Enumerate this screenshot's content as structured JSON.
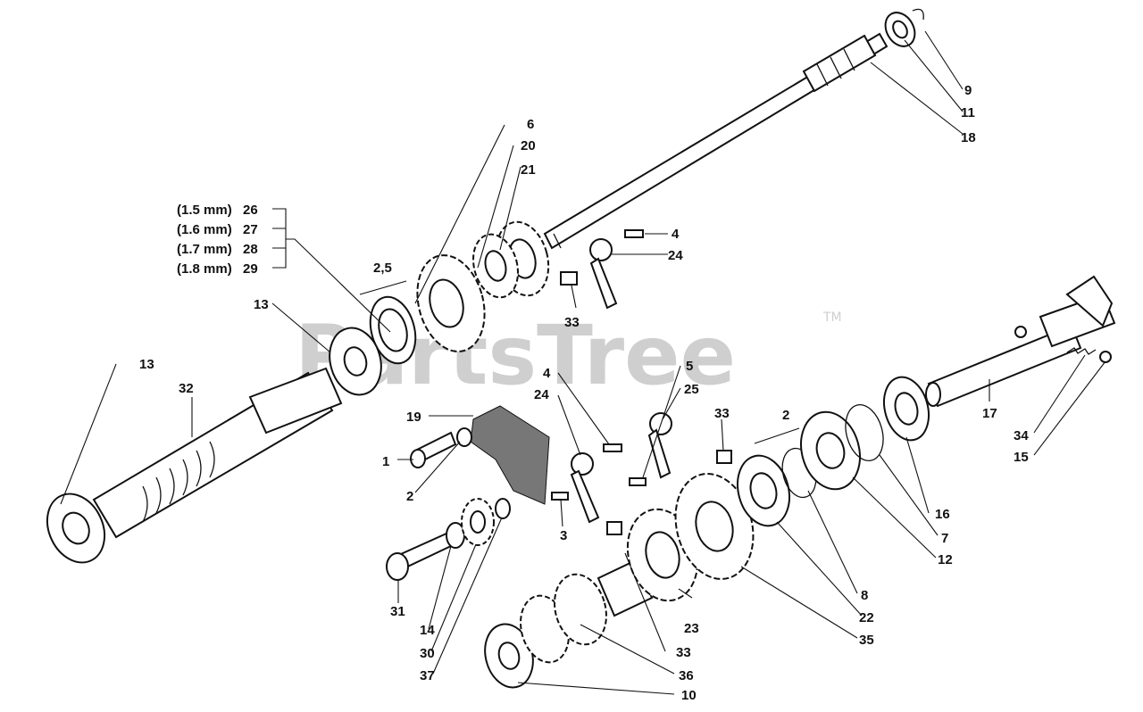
{
  "watermark": {
    "text": "PartsTree",
    "trademark": "TM"
  },
  "dimensions": {
    "gap_a": "2,5",
    "gap_b": "2"
  },
  "shim_options": [
    {
      "thickness": "(1.5 mm)",
      "part": "26"
    },
    {
      "thickness": "(1.6 mm)",
      "part": "27"
    },
    {
      "thickness": "(1.7 mm)",
      "part": "28"
    },
    {
      "thickness": "(1.8 mm)",
      "part": "29"
    }
  ],
  "callouts": {
    "c9": "9",
    "c11": "11",
    "c18": "18",
    "c6": "6",
    "c20": "20",
    "c21": "21",
    "c4a": "4",
    "c24a": "24",
    "c33a": "33",
    "c13a": "13",
    "c13b": "13",
    "c32": "32",
    "c4b": "4",
    "c24b": "24",
    "c19": "19",
    "c1": "1",
    "c2": "2",
    "c3": "3",
    "c5": "5",
    "c25": "25",
    "c33b": "33",
    "c17": "17",
    "c34": "34",
    "c15": "15",
    "c16": "16",
    "c7": "7",
    "c12": "12",
    "c8": "8",
    "c22": "22",
    "c35": "35",
    "c23": "23",
    "c33c": "33",
    "c36": "36",
    "c10": "10",
    "c31": "31",
    "c14": "14",
    "c30": "30",
    "c37": "37"
  }
}
